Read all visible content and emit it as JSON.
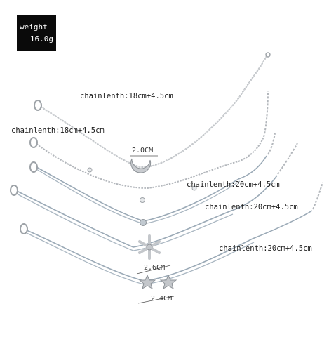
{
  "weight_box": {
    "label": "weight",
    "value": "16.0g"
  },
  "chain_labels": [
    "chainlenth:18cm+4.5cm",
    "chainlenth:18cm+4.5cm",
    "chainlenth:20cm+4.5cm",
    "chainlenth:20cm+4.5cm",
    "chainlenth:20cm+4.5cm"
  ],
  "dimensions": {
    "moon": "2.0CM",
    "snowflake": "2.6CM",
    "stars": "2.4CM"
  },
  "colors": {
    "silver": "#b9bcc0",
    "cord": "#9aa9b6",
    "background": "#ffffff"
  }
}
